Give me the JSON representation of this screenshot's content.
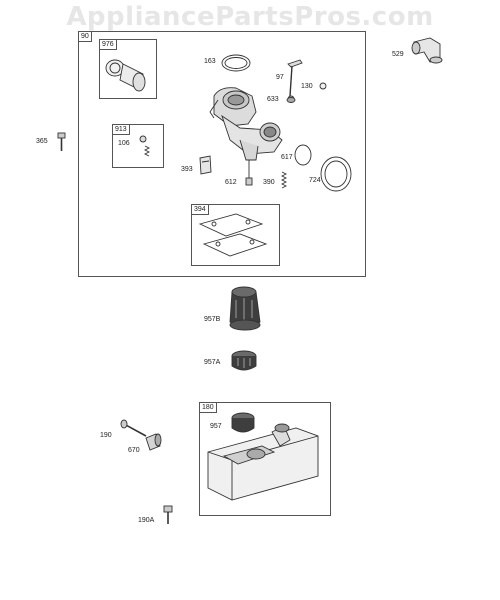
{
  "watermark": "AppliancePartsPros.com",
  "groups": {
    "g90": "90",
    "g976": "976",
    "g913": "913",
    "g394": "394",
    "g180": "180"
  },
  "labels": {
    "l163": "163",
    "l97": "97",
    "l130": "130",
    "l633": "633",
    "l529": "529",
    "l365": "365",
    "l106": "106",
    "l393": "393",
    "l612": "612",
    "l390": "390",
    "l617": "617",
    "l724": "724",
    "l957B": "957B",
    "l957A": "957A",
    "l957": "957",
    "l190": "190",
    "l670": "670",
    "l190A": "190A"
  }
}
